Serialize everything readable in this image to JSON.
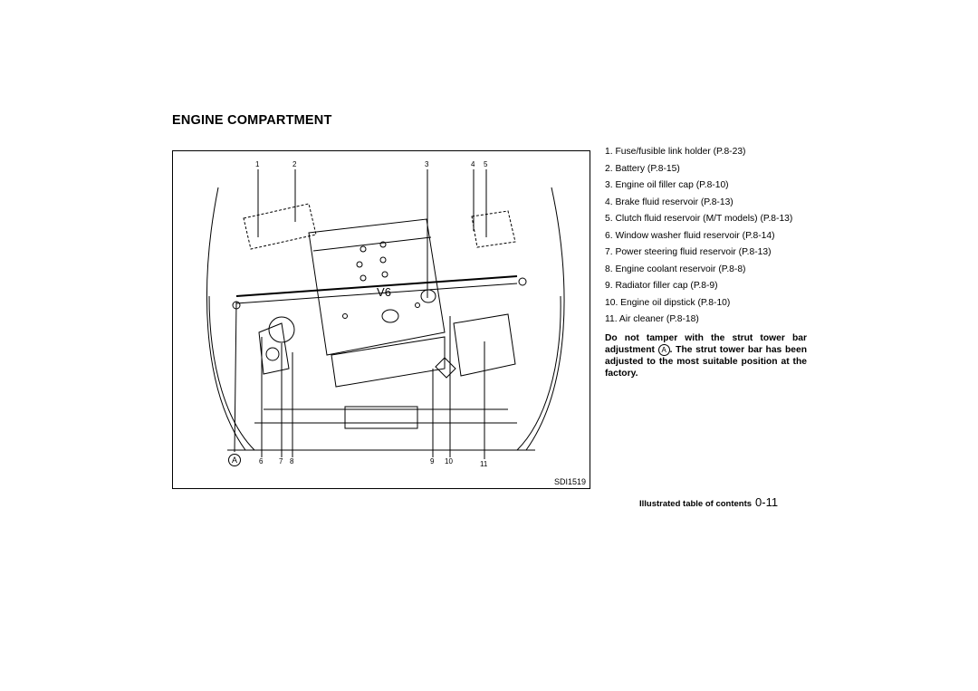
{
  "heading": "ENGINE COMPARTMENT",
  "figure": {
    "code": "SDI1519",
    "callouts": [
      "1",
      "2",
      "3",
      "4",
      "5",
      "6",
      "7",
      "8",
      "9",
      "10",
      "11"
    ],
    "marker": "A",
    "engine_label": "V6"
  },
  "items": [
    "1. Fuse/fusible link holder (P.8-23)",
    "2. Battery (P.8-15)",
    "3. Engine oil filler cap (P.8-10)",
    "4. Brake fluid reservoir (P.8-13)",
    "5. Clutch fluid reservoir (M/T models) (P.8-13)",
    "6. Window washer fluid reservoir (P.8-14)",
    "7. Power steering fluid reservoir (P.8-13)",
    "8. Engine coolant reservoir (P.8-8)",
    "9. Radiator filler cap (P.8-9)",
    "10. Engine oil dipstick (P.8-10)",
    "11. Air cleaner (P.8-18)"
  ],
  "note": {
    "before": "Do not tamper with the strut tower bar adjustment",
    "marker": "A",
    "after": ". The strut tower bar has been adjusted to the most suitable position at the factory."
  },
  "footer": {
    "label": "Illustrated table of contents",
    "page": "0-11"
  }
}
